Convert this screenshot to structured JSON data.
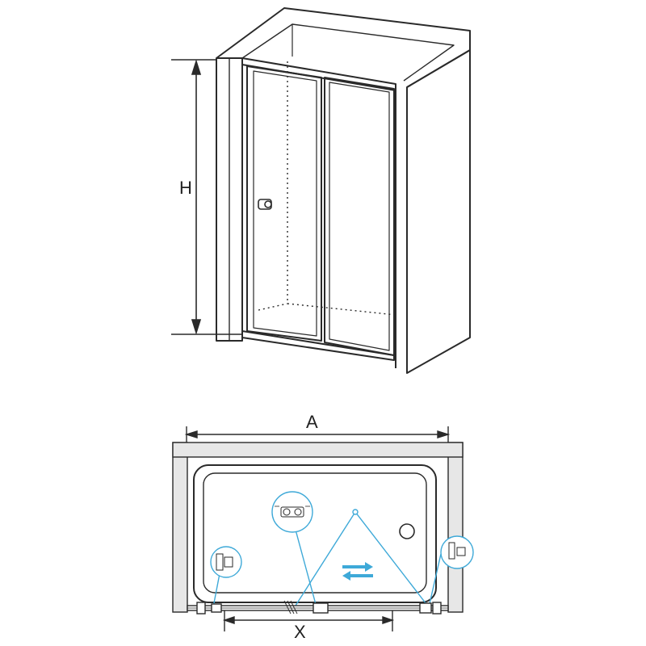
{
  "labels": {
    "height": "H",
    "width": "A",
    "opening": "X"
  },
  "colors": {
    "line": "#2a2a2a",
    "wall_fill": "#e7e7e7",
    "accent": "#3ea9d8"
  },
  "icons": {
    "detail_left": "wall-profile-icon",
    "detail_center": "roller-icon",
    "detail_right": "door-seal-icon",
    "drain": "drain-icon",
    "slide_arrows": "double-arrow-icon"
  }
}
